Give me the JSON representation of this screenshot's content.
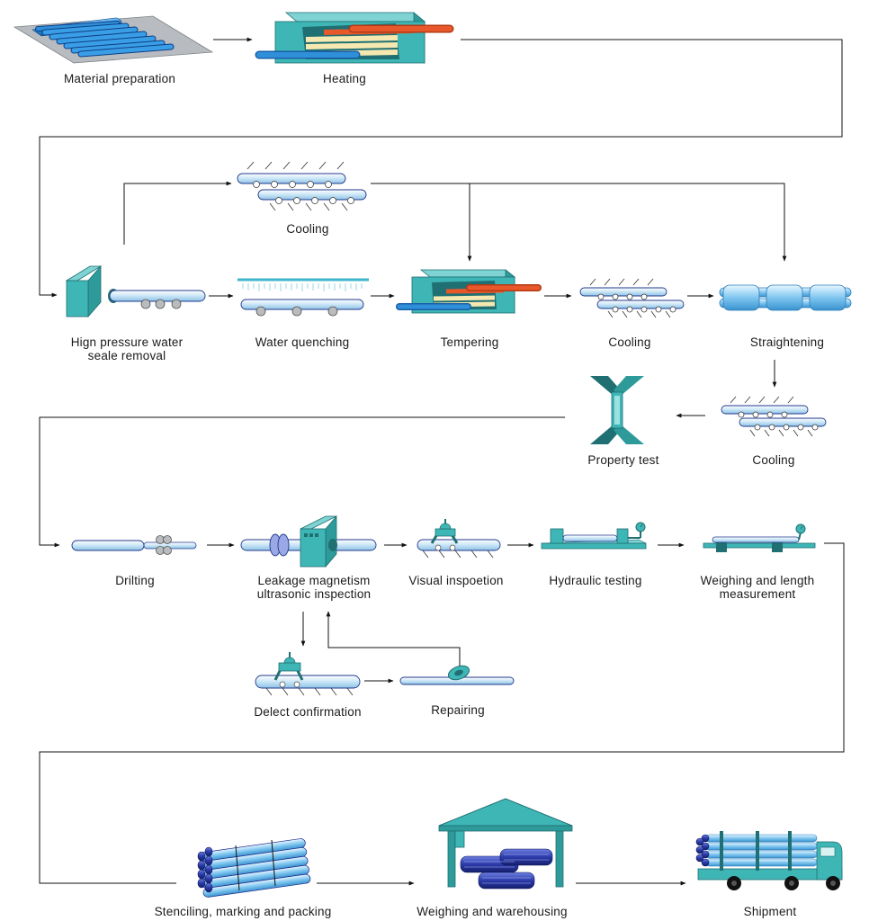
{
  "steps": {
    "material_preparation": "Material preparation",
    "heating": "Heating",
    "cooling_top": "Cooling",
    "hp_water_1": "Hign pressure water",
    "hp_water_2": "seale removal",
    "water_quenching": "Water quenching",
    "tempering": "Tempering",
    "cooling_mid": "Cooling",
    "straightening": "Straightening",
    "property_test": "Property test",
    "cooling_right": "Cooling",
    "drilling": "Drilting",
    "leakage_1": "Leakage magnetism",
    "leakage_2": "ultrasonic inspection",
    "visual_inspection": "Visual inspoetion",
    "hydraulic_testing": "Hydraulic testing",
    "weighing_length_1": "Weighing and length",
    "weighing_length_2": "measurement",
    "defect_confirmation": "Delect confirmation",
    "repairing": "Repairing",
    "stenciling": "Stenciling, marking and packing",
    "warehousing": "Weighing and warehousing",
    "shipment": "Shipment"
  },
  "colors": {
    "pipe_light": "#cfe8f7",
    "pipe_blue": "#2f8fd8",
    "machine_teal": "#3fb6b6",
    "machine_dark": "#1f6f73",
    "hot_orange": "#e8582a",
    "hot_cream": "#f5e8b0",
    "arrow": "#111111"
  }
}
